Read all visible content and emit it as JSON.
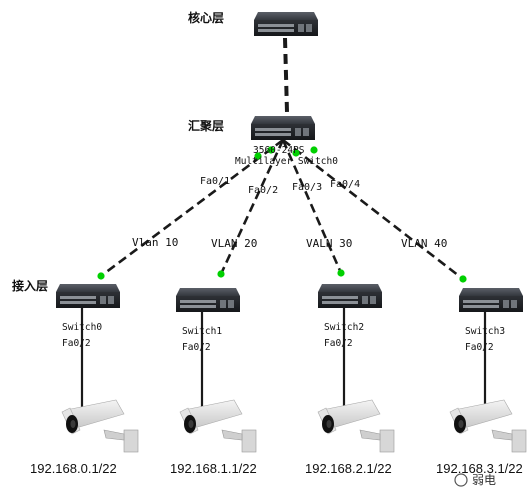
{
  "layers": {
    "core": "核心层",
    "aggregation": "汇聚层",
    "access": "接入层"
  },
  "multilayer": {
    "model": "3560-24PS",
    "name": "Multilayer Switch0"
  },
  "uplinks": [
    {
      "agg_port": "Fa0/1",
      "vlan": "Vlan 10",
      "access_switch": "Switch0",
      "access_port": "Fa0/2",
      "ip": "192.168.0.1/22"
    },
    {
      "agg_port": "Fa0/2",
      "vlan": "VLAN 20",
      "access_switch": "Switch1",
      "access_port": "Fa0/2",
      "ip": "192.168.1.1/22"
    },
    {
      "agg_port": "Fa0/3",
      "vlan": "VALN 30",
      "access_switch": "Switch2",
      "access_port": "Fa0/2",
      "ip": "192.168.2.1/22"
    },
    {
      "agg_port": "Fa0/4",
      "vlan": "VLAN 40",
      "access_switch": "Switch3",
      "access_port": "Fa0/2",
      "ip": "192.168.3.1/22"
    }
  ],
  "watermark": "弱电",
  "colors": {
    "link": "#1a1a1a",
    "link_light": "#00d000",
    "switch_body": "#2b2e33"
  },
  "icons": {
    "switch": "switch-icon",
    "camera": "camera-icon"
  }
}
